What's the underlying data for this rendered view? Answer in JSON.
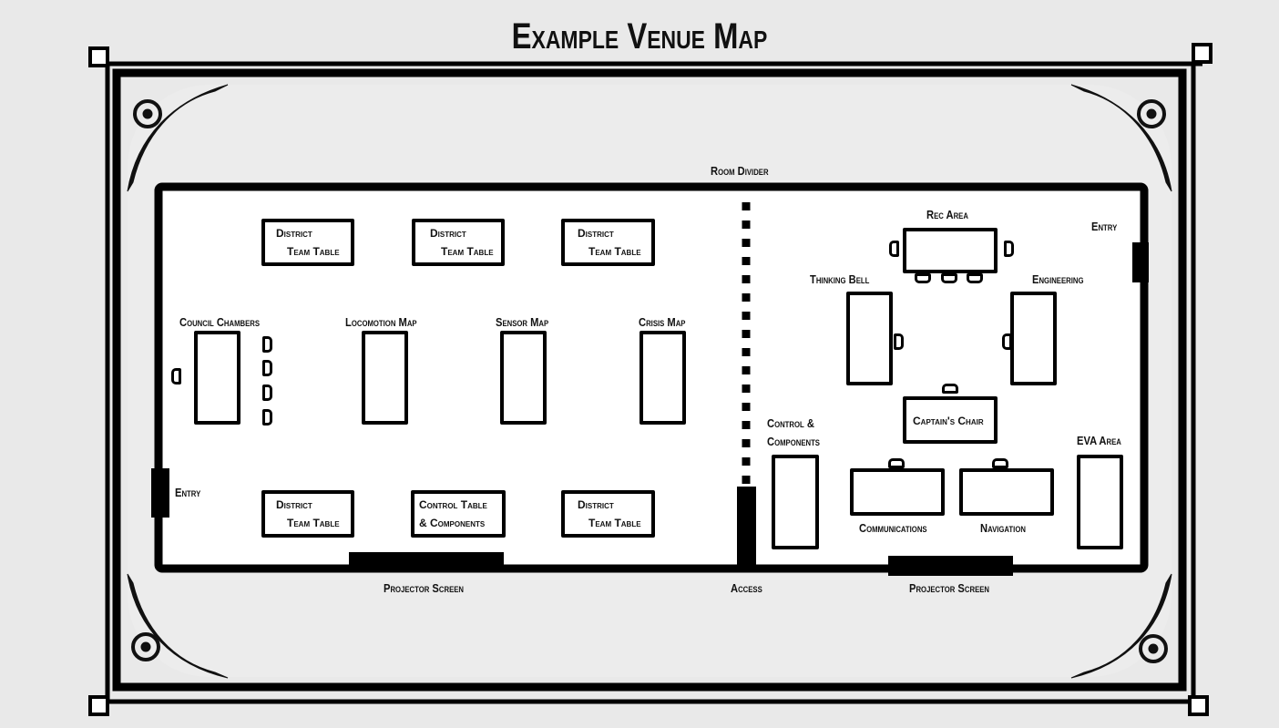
{
  "title": "Example Venue Map",
  "labels": {
    "room_divider": "Room Divider",
    "entry_right": "Entry",
    "entry_left": "Entry",
    "rec_area": "Rec Area",
    "thinking_bell": "Thinking Bell",
    "engineering": "Engineering",
    "council_chambers": "Council Chambers",
    "locomotion_map": "Locomotion Map",
    "sensor_map": "Sensor Map",
    "crisis_map": "Crisis Map",
    "control_components_line1": "Control &",
    "control_components_line2": "Components",
    "eva_area": "EVA Area",
    "communications": "Communications",
    "navigation": "Navigation",
    "projector_screen_left": "Projector Screen",
    "access": "Access",
    "projector_screen_right": "Projector Screen"
  },
  "tables": {
    "district_line1": "District",
    "district_line2": "Team Table",
    "control_table_line1": "Control Table",
    "control_table_line2": "& Components",
    "captains_chair": "Captain's Chair"
  },
  "colors": {
    "background": "#e9e9e9",
    "ink": "#000000",
    "room": "#ffffff"
  }
}
